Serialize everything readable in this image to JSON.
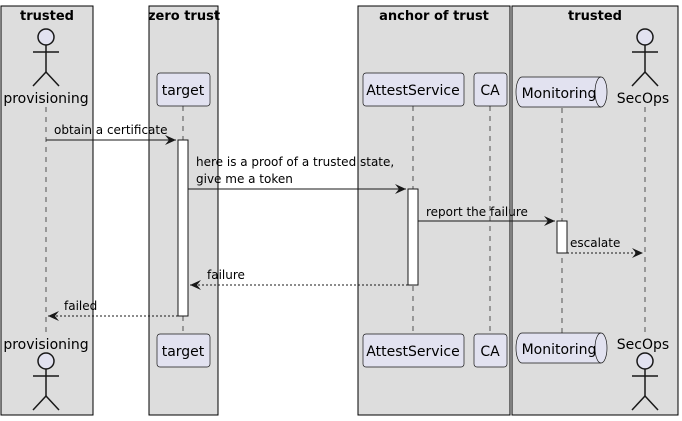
{
  "colors": {
    "box_fill": "#dddddd",
    "box_stroke": "#000000",
    "participant_fill": "#e2e2f0",
    "participant_stroke": "#181818",
    "lifeline": "#181818",
    "activation_fill": "#ffffff"
  },
  "boxes": [
    {
      "title": "trusted"
    },
    {
      "title": "zero trust"
    },
    {
      "title": "anchor of trust"
    },
    {
      "title": "trusted"
    }
  ],
  "participants": {
    "provisioning": {
      "label": "provisioning",
      "kind": "actor"
    },
    "target": {
      "label": "target",
      "kind": "participant"
    },
    "attest": {
      "label": "AttestService",
      "kind": "participant"
    },
    "ca": {
      "label": "CA",
      "kind": "participant"
    },
    "monitoring": {
      "label": "Monitoring",
      "kind": "queue"
    },
    "secops": {
      "label": "SecOps",
      "kind": "actor"
    }
  },
  "messages": [
    {
      "from": "provisioning",
      "to": "target",
      "lines": [
        "obtain a certificate"
      ],
      "style": "solid"
    },
    {
      "from": "target",
      "to": "attest",
      "lines": [
        "here is a proof of a trusted state,",
        "give me a token"
      ],
      "style": "solid"
    },
    {
      "from": "attest",
      "to": "monitoring",
      "lines": [
        "report the failure"
      ],
      "style": "solid"
    },
    {
      "from": "monitoring",
      "to": "secops",
      "lines": [
        "escalate"
      ],
      "style": "dashed"
    },
    {
      "from": "attest",
      "to": "target",
      "lines": [
        "failure"
      ],
      "style": "dashed"
    },
    {
      "from": "target",
      "to": "provisioning",
      "lines": [
        "failed"
      ],
      "style": "dashed"
    }
  ]
}
